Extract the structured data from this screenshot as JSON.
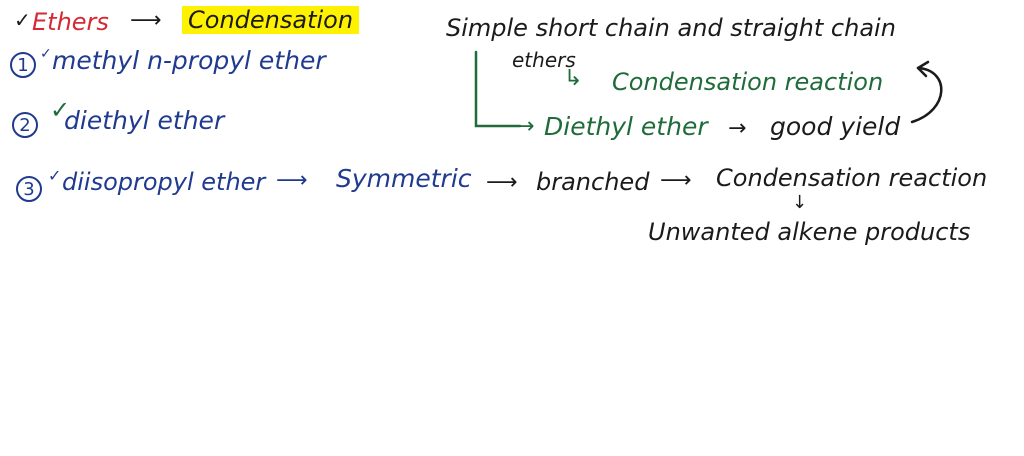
{
  "header": {
    "checkmark": "✓",
    "ethers": "Ethers",
    "arrow": "⟶",
    "condensation": "Condensation"
  },
  "items": [
    {
      "number": "1",
      "checkmark": "✓",
      "text": "methyl n-propyl ether"
    },
    {
      "number": "2",
      "checkmark": "✓",
      "text": "diethyl ether"
    },
    {
      "number": "3",
      "checkmark": "✓",
      "text": "diisopropyl ether"
    }
  ],
  "row3": {
    "arrow1": "⟶",
    "symmetric": "Symmetric",
    "arrow2": "⟶",
    "branched": "branched",
    "arrow3": "⟶",
    "condensation_reaction": "Condensation reaction",
    "down_arrow": "↓",
    "unwanted": "Unwanted alkene products"
  },
  "right_note": {
    "line1": "Simple short chain and straight chain",
    "line2": "ethers",
    "branch1_arrow": "↳",
    "branch1": "Condensation reaction",
    "branch2_arrow": "→",
    "branch2": "Diethyl ether",
    "branch2_arrow2": "→",
    "good_yield": "good yield"
  },
  "colors": {
    "black": "#1b1b1b",
    "blue": "#1f3a8f",
    "green": "#1f6b3a",
    "red": "#d52a33",
    "highlight": "#fff200"
  }
}
